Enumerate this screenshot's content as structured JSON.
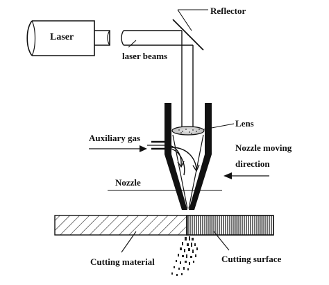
{
  "labels": {
    "laser": "Laser",
    "laser_beams": "laser beams",
    "reflector": "Reflector",
    "lens": "Lens",
    "auxiliary_gas": "Auxiliary gas",
    "nozzle_moving": "Nozzle moving",
    "direction": "direction",
    "nozzle": "Nozzle",
    "cutting_material": "Cutting material",
    "cutting_surface": "Cutting surface"
  }
}
